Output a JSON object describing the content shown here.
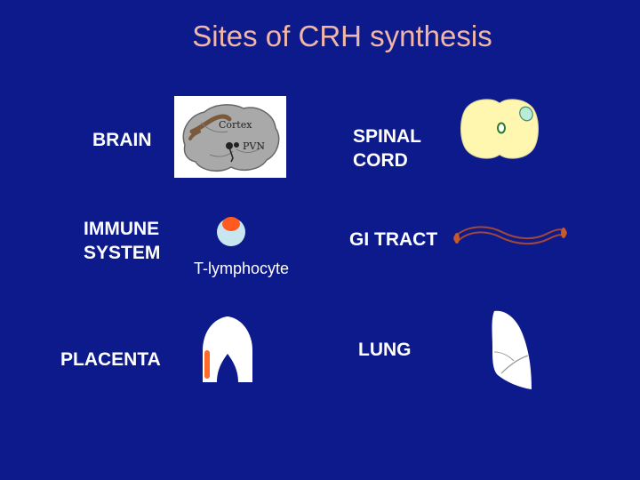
{
  "slide": {
    "title": "Sites of CRH synthesis",
    "labels": {
      "brain": "BRAIN",
      "spinal_cord_line1": "SPINAL",
      "spinal_cord_line2": "CORD",
      "immune_system_line1": "IMMUNE",
      "immune_system_line2": "SYSTEM",
      "gi_tract": "GI TRACT",
      "t_lymphocyte": "T-lymphocyte",
      "placenta": "PLACENTA",
      "lung": "LUNG"
    },
    "brain_image": {
      "cortex_label": "Cortex",
      "pvn_label": "PVN"
    }
  },
  "colors": {
    "background": "#0d1a8c",
    "title": "#f2b6a6",
    "text": "#ffffff",
    "spinal_cord_fill": "#fff7b0",
    "lymphocyte_nucleus": "#ff5a1f",
    "gi_tract": "#a0473a",
    "placenta_accent": "#ff6a2a"
  },
  "icons": [
    "brain-illustration",
    "spinal-cord-cross-section",
    "t-lymphocyte-cell",
    "gi-tract-tube",
    "placenta-illustration",
    "lung-illustration"
  ]
}
